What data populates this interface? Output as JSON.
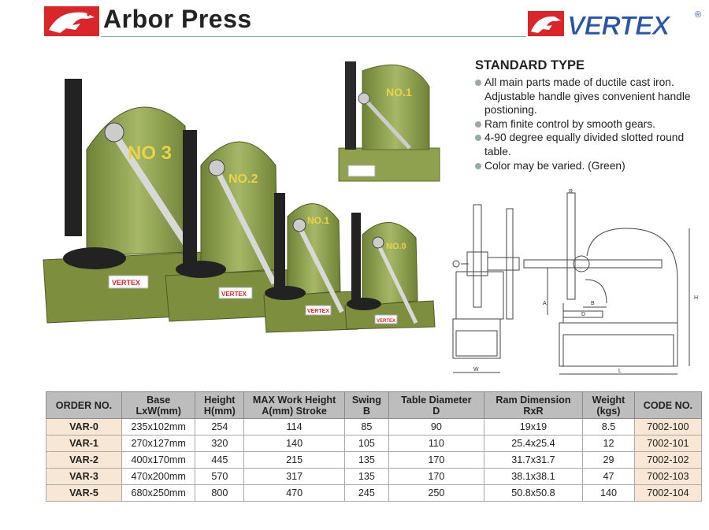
{
  "header": {
    "title": "Arbor Press",
    "brand": "VERTEX",
    "registered": "®"
  },
  "features": {
    "title": "STANDARD TYPE",
    "items": [
      "All main parts made of ductile cast iron. Adjustable handle gives convenient handle postioning.",
      "Ram finite control by smooth gears.",
      "4-90 degree equally divided slotted round table.",
      "Color may be varied. (Green)"
    ]
  },
  "photo": {
    "models": [
      "NO 3",
      "NO.2",
      "NO.1",
      "NO.0"
    ],
    "inset_model": "NO.1",
    "base_brand": "VERTEX"
  },
  "diagram": {
    "labels": {
      "r": "R",
      "a": "A",
      "b": "B",
      "d": "D",
      "h": "H",
      "w": "W",
      "l": "L"
    }
  },
  "table": {
    "headers": [
      [
        "ORDER NO."
      ],
      [
        "Base",
        "LxW(mm)"
      ],
      [
        "Height",
        "H(mm)"
      ],
      [
        "MAX Work Height",
        "A(mm) Stroke"
      ],
      [
        "Swing",
        "B"
      ],
      [
        "Table Diameter",
        "D"
      ],
      [
        "Ram Dimension",
        "RxR"
      ],
      [
        "Weight",
        "(kgs)"
      ],
      [
        "CODE NO."
      ]
    ],
    "rows": [
      [
        "VAR-0",
        "235x102mm",
        "254",
        "114",
        "85",
        "90",
        "19x19",
        "8.5",
        "7002-100"
      ],
      [
        "VAR-1",
        "270x127mm",
        "320",
        "140",
        "105",
        "110",
        "25.4x25.4",
        "12",
        "7002-101"
      ],
      [
        "VAR-2",
        "400x170mm",
        "445",
        "215",
        "135",
        "170",
        "31.7x31.7",
        "29",
        "7002-102"
      ],
      [
        "VAR-3",
        "470x200mm",
        "570",
        "317",
        "135",
        "170",
        "38.1x38.1",
        "47",
        "7002-103"
      ],
      [
        "VAR-5",
        "680x250mm",
        "800",
        "470",
        "245",
        "250",
        "50.8x50.8",
        "140",
        "7002-104"
      ]
    ]
  },
  "colors": {
    "brand_red": "#d9262b",
    "brand_blue": "#2a54a6",
    "press_green": "#8fa14f",
    "header_gray": "#bdbdbd",
    "highlight_peach": "#f8e7d4"
  }
}
